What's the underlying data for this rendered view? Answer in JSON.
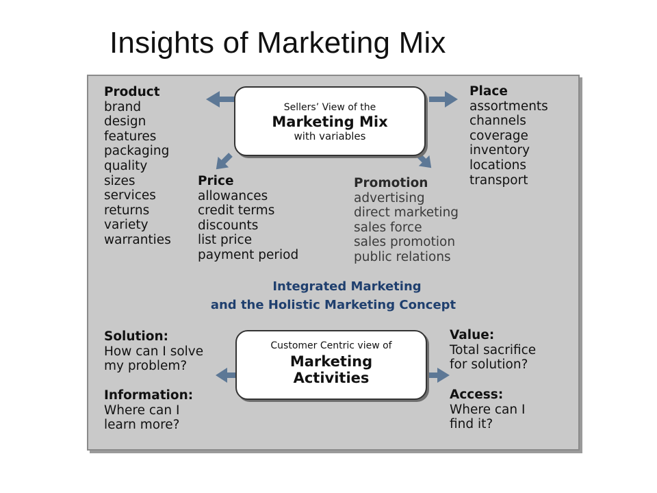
{
  "title": "Insights of Marketing Mix",
  "colors": {
    "panel_bg": "#c9c9c9",
    "arrow": "#5d7896",
    "accent_text": "#1f3f6e"
  },
  "sellers_box": {
    "line1": "Sellers’ View of the",
    "line2": "Marketing Mix",
    "line3": "with variables"
  },
  "product": {
    "heading": "Product",
    "items": [
      "brand",
      "design",
      "features",
      "packaging",
      "quality",
      "sizes",
      "services",
      "returns",
      "variety",
      "warranties"
    ]
  },
  "place": {
    "heading": "Place",
    "items": [
      "assortments",
      "channels",
      "coverage",
      "inventory",
      "locations",
      "transport"
    ]
  },
  "price": {
    "heading": "Price",
    "items": [
      "allowances",
      "credit terms",
      "discounts",
      "list price",
      "payment period"
    ]
  },
  "promotion": {
    "heading": "Promotion",
    "items": [
      "advertising",
      "direct marketing",
      "sales force",
      "sales promotion",
      "public relations"
    ]
  },
  "integrated": {
    "line1": "Integrated Marketing",
    "line2": "and the Holistic Marketing Concept"
  },
  "customer_box": {
    "line1": "Customer Centric view of",
    "line2": "Marketing",
    "line3": "Activities"
  },
  "solution": {
    "heading": "Solution:",
    "lines": [
      "How can I solve",
      "my problem?"
    ]
  },
  "information": {
    "heading": "Information:",
    "lines": [
      "Where can I",
      "learn more?"
    ]
  },
  "value": {
    "heading": "Value:",
    "lines": [
      "Total sacrifice",
      "for solution?"
    ]
  },
  "access": {
    "heading": "Access:",
    "lines": [
      "Where can I",
      "find it?"
    ]
  }
}
